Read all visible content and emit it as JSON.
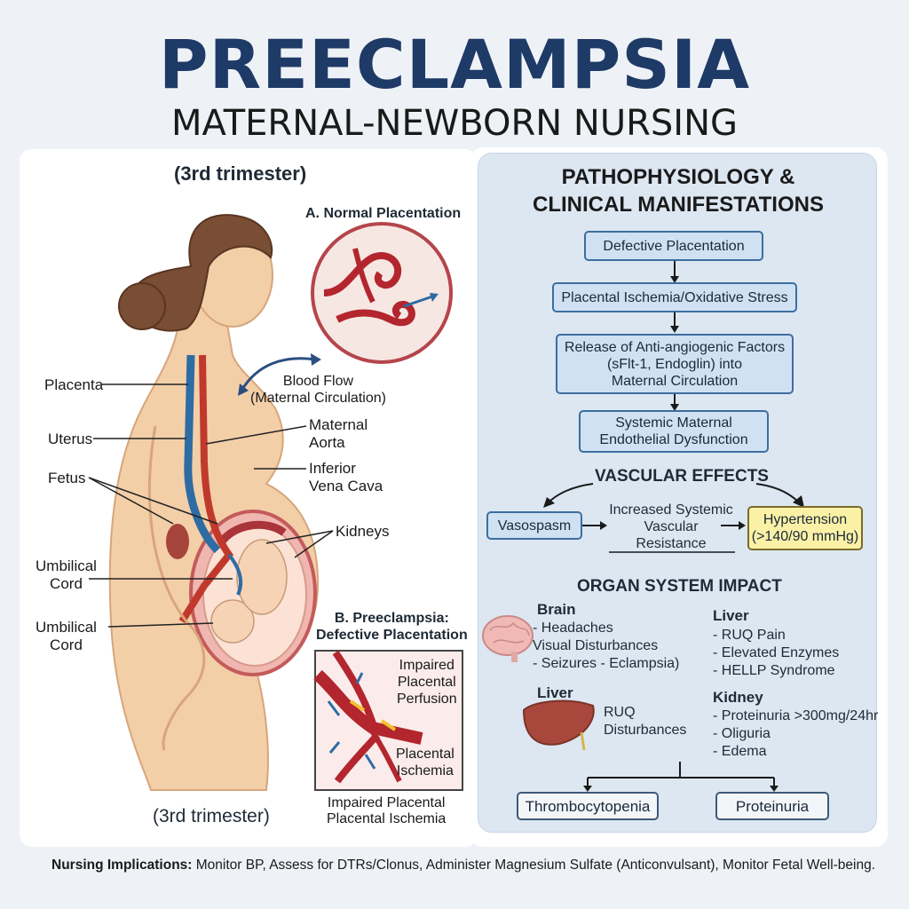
{
  "header": {
    "title": "PREECLAMPSIA",
    "subtitle": "MATERNAL-NEWBORN NURSING"
  },
  "left_panel": {
    "top_caption": "(3rd trimester)",
    "bottom_caption": "(3rd trimester)",
    "normal_title": "A. Normal Placentation",
    "blood_flow_label": "Blood Flow\n(Maternal Circulation)",
    "anatomy_labels": {
      "placenta": "Placenta",
      "uterus": "Uterus",
      "fetus": "Fetus",
      "umbilical_cord_1": "Umbilical\nCord",
      "umbilical_cord_2": "Umbilical\nCord",
      "maternal_aorta": "Maternal\nAorta",
      "inferior_vena_cava": "Inferior\nVena Cava",
      "kidneys": "Kidneys"
    },
    "defective_title": "B. Preeclampsia:\nDefective Placentation",
    "impaired_perfusion": "Impaired\nPlacental\nPerfusion",
    "placental_ischemia": "Placental\nIschemia",
    "defective_caption": "Impaired Placental\nPlacental Ischemia"
  },
  "right_panel": {
    "title": "PATHOPHYSIOLOGY &\nCLINICAL MANIFESTATIONS",
    "flow": [
      "Defective Placentation",
      "Placental Ischemia/Oxidative Stress",
      "Release of Anti-angiogenic Factors\n(sFlt-1, Endoglin) into\nMaternal Circulation",
      "Systemic Maternal\nEndothelial Dysfunction"
    ],
    "vascular_title": "VASCULAR EFFECTS",
    "vasospasm": "Vasospasm",
    "svr": "Increased Systemic\nVascular\nResistance",
    "hypertension": "Hypertension\n(>140/90 mmHg)",
    "organ_title": "ORGAN SYSTEM IMPACT",
    "organs": {
      "brain": {
        "name": "Brain",
        "items": "- Headaches\nVisual Disturbances\n- Seizures - Eclampsia)"
      },
      "liver_right": {
        "name": "Liver",
        "items": "- RUQ Pain\n- Elevated Enzymes\n- HELLP Syndrome"
      },
      "liver_left": {
        "name": "Liver",
        "items": "RUQ\nDisturbances"
      },
      "kidney": {
        "name": "Kidney",
        "items": "- Proteinuria >300mg/24hr\n- Oliguria\n- Edema"
      }
    },
    "bottom_boxes": [
      "Thrombocytopenia",
      "Proteinuria"
    ]
  },
  "footer": {
    "label": "Nursing Implications:",
    "text": " Monitor BP, Assess for DTRs/Clonus, Administer Magnesium Sulfate (Anticonvulsant), Monitor Fetal Well-being."
  },
  "colors": {
    "title": "#1e3a66",
    "box_fill": "#cfe1f3",
    "box_border": "#3d6e9e",
    "highlight": "#fbf1a6",
    "artery": "#c0392b",
    "vein": "#2e6ca4",
    "skin": "#f3cfa8"
  }
}
